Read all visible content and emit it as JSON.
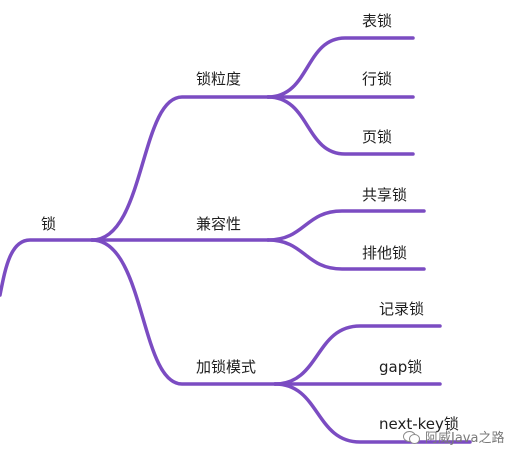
{
  "root": {
    "label": "锁"
  },
  "branches": [
    {
      "label": "锁粒度",
      "children": [
        "表锁",
        "行锁",
        "页锁"
      ]
    },
    {
      "label": "兼容性",
      "children": [
        "共享锁",
        "排他锁"
      ]
    },
    {
      "label": "加锁模式",
      "children": [
        "记录锁",
        "gap锁",
        "next-key锁"
      ]
    }
  ],
  "watermark": {
    "text": "阿威Java之路",
    "icon": "wechat-icon"
  },
  "colors": {
    "edge": "#7b4cc2",
    "text": "#1f1f1f"
  }
}
